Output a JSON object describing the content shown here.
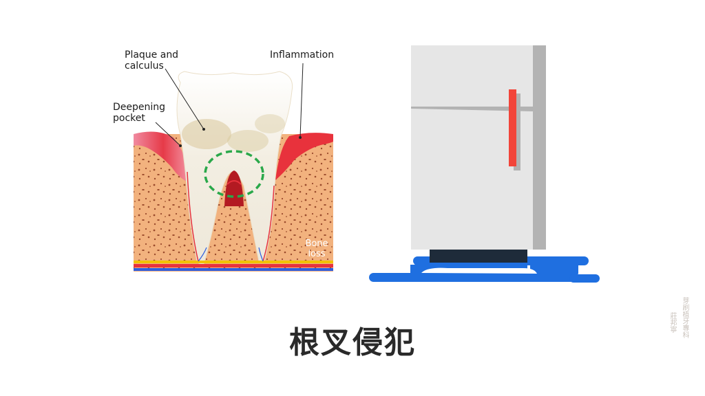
{
  "labels": {
    "plaque": "Plaque and\ncalculus",
    "inflammation": "Inflammation",
    "pocket": "Deepening\npocket",
    "bone_loss": "Bone\nloss"
  },
  "caption": "根叉侵犯",
  "watermark": {
    "col1": "芽刷植牙專科",
    "col2": "莊邦寧"
  },
  "colors": {
    "bone": "#f2b27e",
    "gum_inflamed": "#e8323c",
    "dashed_circle": "#2aa84a",
    "water": "#1f6fe0",
    "fridge_body": "#e6e6e6",
    "fridge_handle": "#f2453a"
  }
}
